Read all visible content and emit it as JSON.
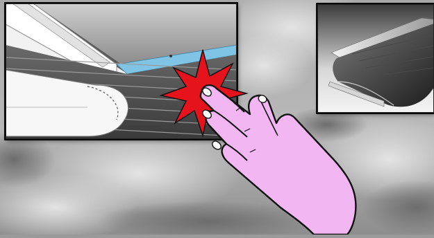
{
  "scene": {
    "background": "cloudy grey sky",
    "left_panel_subject": "garage-door-bottom-seal-cross-section",
    "right_panel_subject": "rubber-bottom-seal-product",
    "overlay": "pointing-hand-with-burst"
  },
  "colors": {
    "sky": "#bdbdbd",
    "hand": "#f2b6f2",
    "burst": "#e5131b",
    "seal_accent": "#7fc4e4",
    "door_metal": "#9a9a9a"
  }
}
